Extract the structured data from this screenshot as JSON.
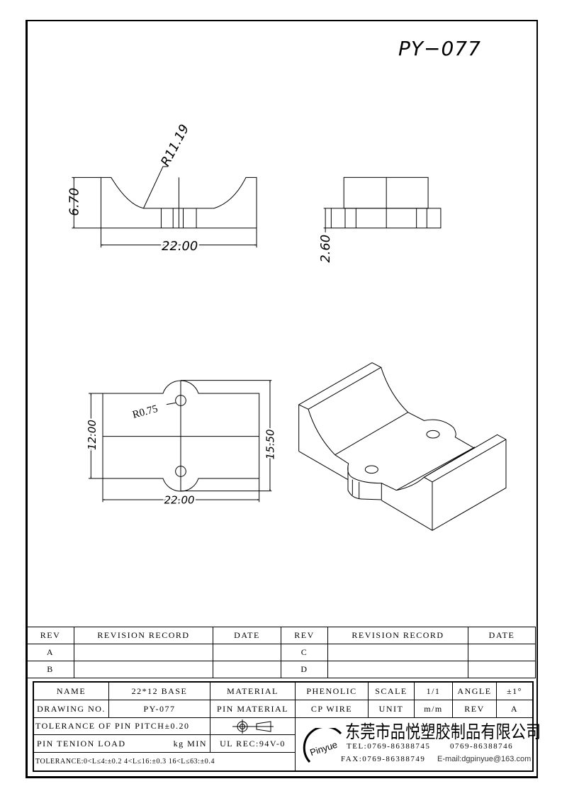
{
  "drawing_number_title": "PY−077",
  "front_view": {
    "height_dim": "6.70",
    "width_dim": "22.00",
    "radius_dim": "R11.19"
  },
  "side_view": {
    "height_dim": "2.60"
  },
  "top_view": {
    "width_dim": "22.00",
    "height_dim": "12.00",
    "overall_dim": "15.50",
    "hole_radius_dim": "R0.75"
  },
  "revision_table": {
    "headers": [
      "REV",
      "REVISION RECORD",
      "DATE",
      "REV",
      "REVISION RECORD",
      "DATE"
    ],
    "rows": [
      [
        "A",
        "",
        "",
        "C",
        "",
        ""
      ],
      [
        "B",
        "",
        "",
        "D",
        "",
        ""
      ]
    ]
  },
  "title_block": {
    "name_label": "NAME",
    "name_value": "22*12 BASE",
    "material_label": "MATERIAL",
    "material_value": "PHENOLIC",
    "scale_label": "SCALE",
    "scale_value": "1/1",
    "angle_label": "ANGLE",
    "angle_value": "±1°",
    "drawing_no_label": "DRAWING NO.",
    "drawing_no_value": "PY-077",
    "pin_material_label": "PIN MATERIAL",
    "pin_material_value": "CP WIRE",
    "unit_label": "UNIT",
    "unit_value": "m/m",
    "rev_label": "REV",
    "rev_value": "A",
    "pin_pitch_tolerance": "TOLERANCE OF PIN PITCH±0.20",
    "pin_tension_label": "PIN TENION LOAD",
    "pin_tension_unit": "kg MIN",
    "ul_rec": "UL REC:94V-0",
    "tolerance": "TOLERANCE:0<L≤4:±0.2  4<L≤16:±0.3  16<L≤63:±0.4"
  },
  "company": {
    "logo_text": "Pinyue",
    "name": "东莞市品悦塑胶制品有限公司",
    "tel": "TEL:0769-86388745",
    "tel2": "0769-86388746",
    "fax": "FAX:0769-86388749",
    "email": "E-mail:dgpinyue@163.com"
  }
}
